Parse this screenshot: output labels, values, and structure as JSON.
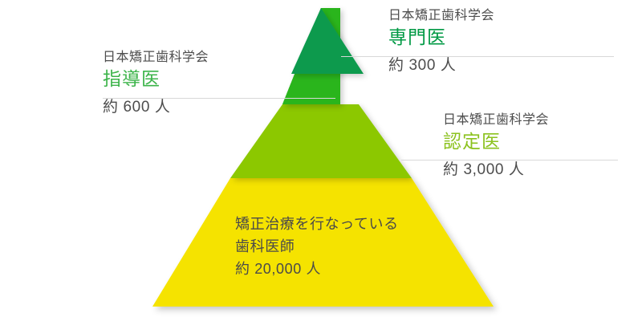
{
  "diagram": {
    "type": "pyramid",
    "title": "",
    "background_color": "#ffffff",
    "tiers": [
      {
        "id": "senmoni",
        "organization": "日本矯正歯科学会",
        "rank": "専門医",
        "rank_color": "#009944",
        "count": "約 300 人",
        "count_value": 300,
        "band_color": "#0c9a4e",
        "callout_side": "right"
      },
      {
        "id": "shidoui",
        "organization": "日本矯正歯科学会",
        "rank": "指導医",
        "rank_color": "#3cb44a",
        "count": "約 600 人",
        "count_value": 600,
        "band_color": "#2cb51e",
        "callout_side": "left"
      },
      {
        "id": "niteii",
        "organization": "日本矯正歯科学会",
        "rank": "認定医",
        "rank_color": "#8cc21f",
        "count": "約 3,000 人",
        "count_value": 3000,
        "band_color": "#8cc800",
        "callout_side": "right"
      },
      {
        "id": "ippan",
        "organization": "",
        "rank": "",
        "rank_color": "#4a4a4a",
        "count": "約 20,000 人",
        "count_value": 20000,
        "band_color": "#f5e300",
        "callout_side": "inside"
      }
    ]
  },
  "base_label": {
    "line1": "矯正治療を行なっている",
    "line2": "歯科医師",
    "line3": "約 20,000 人"
  },
  "colors": {
    "tier1_dark_green": "#0c9a4e",
    "tier2_green": "#2cb51e",
    "tier3_yellow_green": "#8cc800",
    "tier4_yellow": "#f5e300",
    "text_gray": "#4d4d4d",
    "rule_gray": "#d8d8d8"
  }
}
